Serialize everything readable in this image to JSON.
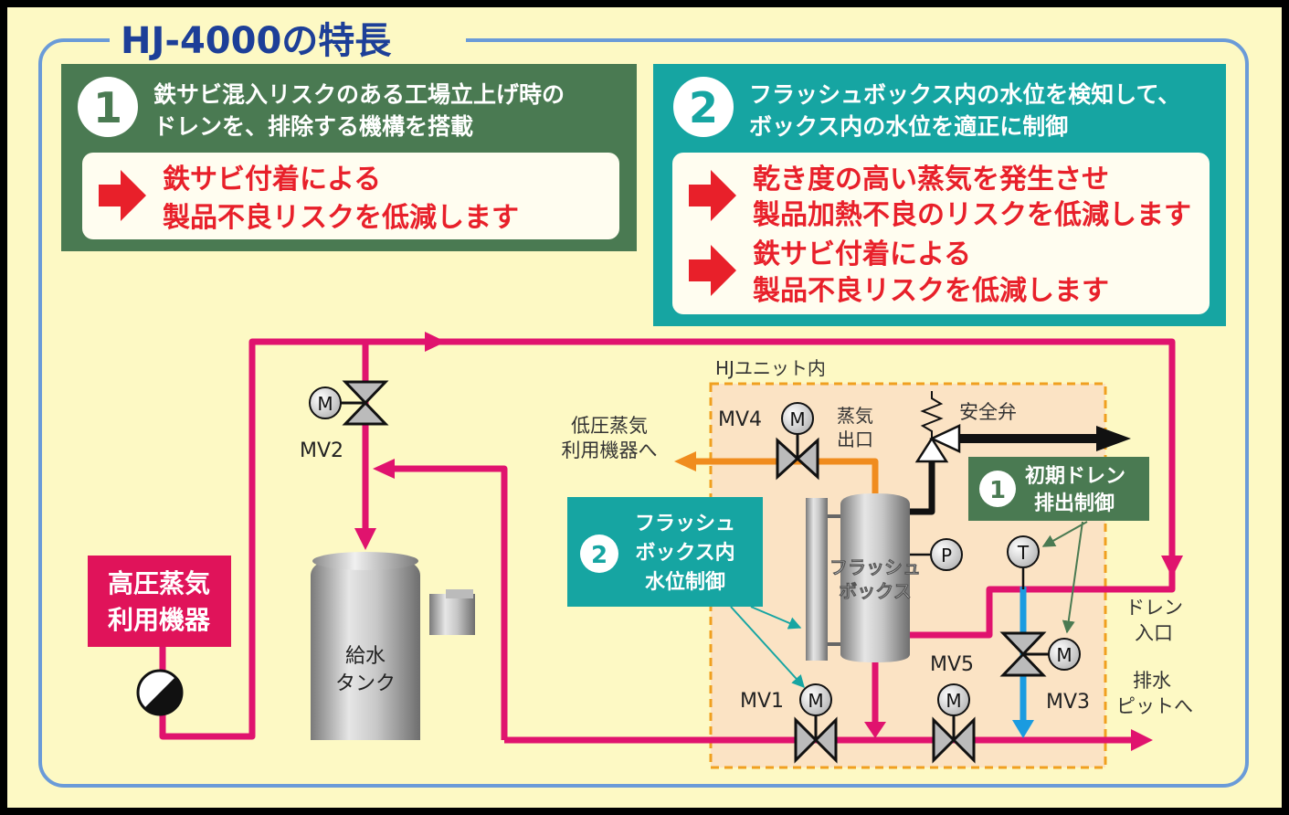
{
  "title": "HJ-4000の特長",
  "feature1": {
    "number": "1",
    "desc_line1": "鉄サビ混入リスクのある工場立上げ時の",
    "desc_line2": "ドレンを、排除する機構を搭載",
    "result_line1": "鉄サビ付着による",
    "result_line2": "製品不良リスクを低減します"
  },
  "feature2": {
    "number": "2",
    "desc_line1": "フラッシュボックス内の水位を検知して、",
    "desc_line2": "ボックス内の水位を適正に制御",
    "result1_line1": "乾き度の高い蒸気を発生させ",
    "result1_line2": "製品加熱不良のリスクを低減します",
    "result2_line1": "鉄サビ付着による",
    "result2_line2": "製品不良リスクを低減します"
  },
  "diagram": {
    "unit_label": "HJユニット内",
    "hp_equipment_line1": "高圧蒸気",
    "hp_equipment_line2": "利用機器",
    "tank_line1": "給水",
    "tank_line2": "タンク",
    "lp_equipment_line1": "低圧蒸気",
    "lp_equipment_line2": "利用機器へ",
    "steam_outlet_line1": "蒸気",
    "steam_outlet_line2": "出口",
    "safety_valve": "安全弁",
    "flash_box_line1": "フラッシュ",
    "flash_box_line2": "ボックス",
    "drain_inlet_line1": "ドレン",
    "drain_inlet_line2": "入口",
    "drain_pit_line1": "排水",
    "drain_pit_line2": "ピットへ",
    "callout1_number": "1",
    "callout1_line1": "初期ドレン",
    "callout1_line2": "排出制御",
    "callout2_number": "2",
    "callout2_line1": "フラッシュ",
    "callout2_line2": "ボックス内",
    "callout2_line3": "水位制御",
    "motor_symbol": "M",
    "pressure_symbol": "P",
    "temp_symbol": "T",
    "valves": {
      "mv1": "MV1",
      "mv2": "MV2",
      "mv3": "MV3",
      "mv4": "MV4",
      "mv5": "MV5"
    },
    "colors": {
      "background": "#fdf9c4",
      "frame": "#6a9bd8",
      "green_panel": "#4a7a52",
      "teal_panel": "#16a5a2",
      "result_red": "#e8202a",
      "steam_pink": "#e0136e",
      "steam_orange": "#f08c1e",
      "water_blue": "#1a9be0",
      "hp_box": "#e0135a",
      "unit_fill": "#fbe3c4",
      "unit_border": "#f0a020"
    }
  }
}
